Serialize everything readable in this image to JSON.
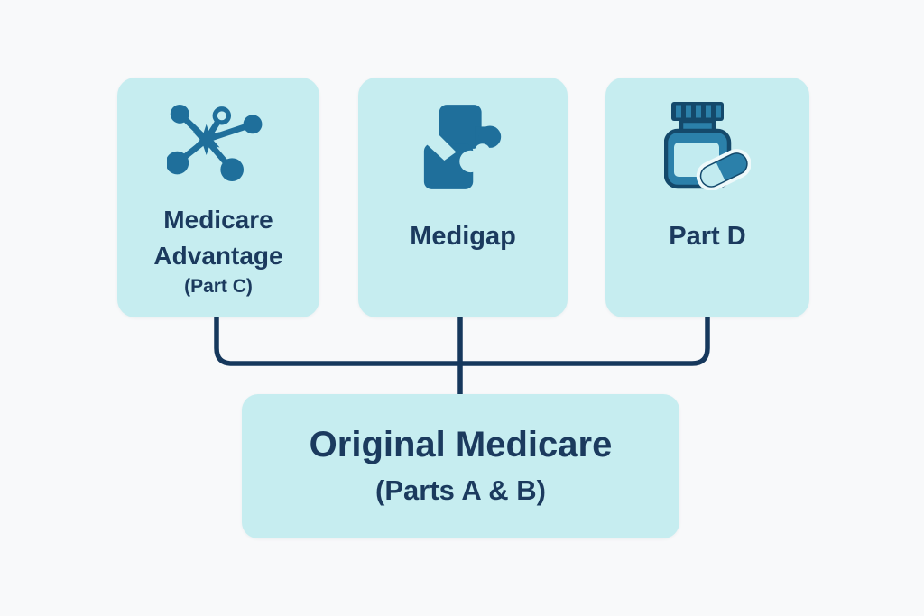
{
  "colors": {
    "page_bg": "#f8f9fa",
    "card_bg": "#c6edf0",
    "text_navy": "#1b3a5e",
    "line_navy": "#16385c",
    "icon_blue": "#1f6f9b",
    "bottle_blue": "#2b80aa",
    "icon_navy": "#14496b",
    "icon_light": "#c2ebf0",
    "halo": "#eef9fa"
  },
  "cards": {
    "medicare_advantage": {
      "title": "Medicare Advantage",
      "subtitle": "(Part C)",
      "icon": "network-hub-icon"
    },
    "medigap": {
      "title": "Medigap",
      "icon": "puzzle-piece-icon"
    },
    "part_d": {
      "title": "Part D",
      "icon": "pill-bottle-icon"
    },
    "original_medicare": {
      "title": "Original Medicare",
      "subtitle": "(Parts A & B)"
    }
  }
}
